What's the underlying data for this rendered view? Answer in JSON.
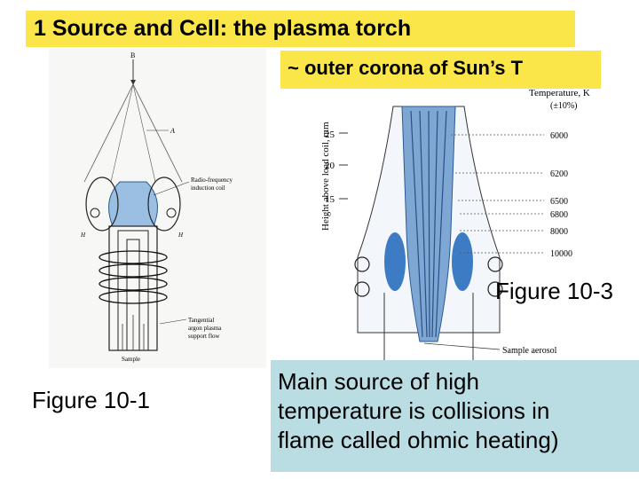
{
  "title": "1  Source and Cell:  the plasma torch",
  "subtitle": "~ outer corona of Sun’s T",
  "figure1": {
    "caption": "Figure 10-1",
    "labels": {
      "top": "B",
      "point_a": "A",
      "coil_line1": "Radio-frequency",
      "coil_line2": "induction coil",
      "h_left": "H",
      "h_right": "H",
      "tangent_line1": "Tangential",
      "tangent_line2": "argon plasma",
      "tangent_line3": "support flow",
      "sample": "Sample"
    }
  },
  "figure3": {
    "caption": "Figure 10-3",
    "axis_label": "Height above load coil, mm",
    "axis_ticks": [
      "25",
      "20",
      "15"
    ],
    "temperature_header": "Temperature, K",
    "temperature_uncertainty": "(±10%)",
    "temperatures": [
      "6000",
      "6200",
      "6500",
      "6800",
      "8000",
      "10000"
    ],
    "sample_label": "Sample aerosol"
  },
  "note": {
    "lines": [
      "Main source of high",
      "temperature is collisions in",
      "flame called ohmic heating)"
    ]
  }
}
